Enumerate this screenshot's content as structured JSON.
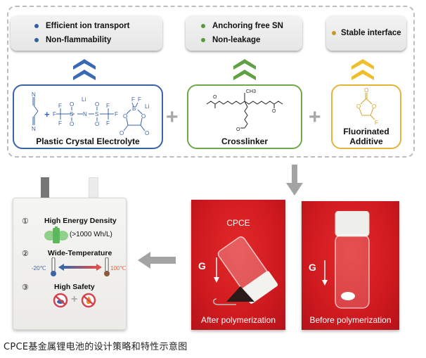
{
  "properties": {
    "electrolyte": {
      "bullets": [
        "Efficient ion transport",
        "Non-flammability"
      ],
      "color": "#2f5fa6"
    },
    "crosslinker": {
      "bullets": [
        "Anchoring free SN",
        "Non-leakage"
      ],
      "color": "#5a9a3a"
    },
    "additive": {
      "bullets": [
        "Stable interface"
      ],
      "color": "#c9962a"
    }
  },
  "components": {
    "electrolyte": {
      "label": "Plastic Crystal Electrolyte",
      "border_color": "#3a64a8",
      "chem": {
        "n_top": "N",
        "n_bottom": "N",
        "li": "Li",
        "li_sup": "+",
        "f": "F",
        "s": "S",
        "o": "O",
        "n_minus": "N",
        "b": "B",
        "minus": "-"
      }
    },
    "crosslinker": {
      "label": "Crosslinker",
      "border_color": "#6fa84a",
      "chem": {
        "ch3": "CH3",
        "o": "O"
      }
    },
    "additive": {
      "label_line1": "Fluorinated",
      "label_line2": "Additive",
      "border_color": "#e3b53a",
      "chem": {
        "o": "O",
        "f": "F"
      }
    }
  },
  "plus_signs": [
    "+",
    "+"
  ],
  "battery": {
    "features": [
      {
        "index": "①",
        "title": "High Energy Density",
        "detail": "(>1000 Wh/L)"
      },
      {
        "index": "②",
        "title": "Wide-Temperature",
        "low": "-20℃",
        "high": "100℃"
      },
      {
        "index": "③",
        "title": "High Safety",
        "plus": "+"
      }
    ]
  },
  "photos": {
    "after": {
      "top_label": "CPCE",
      "g_label": "G",
      "bottom_label": "After polymerization"
    },
    "before": {
      "g_label": "G",
      "bottom_label": "Before polymerization"
    }
  },
  "caption": "CPCE基金属锂电池的设计策略和特性示意图",
  "colors": {
    "blue": "#2f5fa6",
    "green": "#5a9a3a",
    "yellow": "#e8b730",
    "gray_arrow": "#a0a0a0",
    "red_bg": "#d21c22"
  }
}
